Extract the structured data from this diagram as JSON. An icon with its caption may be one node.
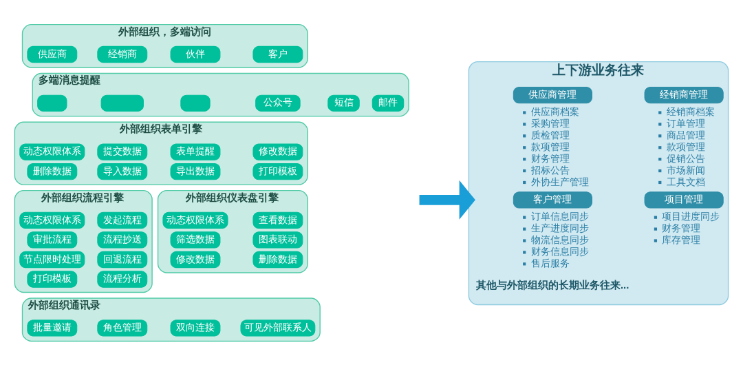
{
  "diagram": {
    "nodes": [
      {
        "text": [
          "外部组织，多端访问"
        ]
      },
      {
        "text": [
          "供应商"
        ],
        "in": 0
      },
      {
        "text": [
          "经销商"
        ],
        "in": 0
      },
      {
        "text": [
          "伙伴"
        ],
        "in": 0
      },
      {
        "text": [
          "客户"
        ],
        "in": 0
      },
      {
        "text": [
          "多端消息提醒"
        ]
      },
      {
        "text": [],
        "shape": "box",
        "in": 5
      },
      {
        "text": [],
        "shape": "box",
        "in": 5
      },
      {
        "text": [],
        "shape": "box",
        "in": 5
      },
      {
        "text": [
          "公众号"
        ],
        "in": 5
      },
      {
        "text": [
          "短信"
        ],
        "in": 5
      },
      {
        "text": [
          "邮件"
        ],
        "in": 5
      },
      {
        "text": [
          "外部组织表单引擎"
        ]
      },
      {
        "text": [
          "动态权限体系"
        ],
        "in": 12
      },
      {
        "text": [
          "提交数据"
        ],
        "in": 12
      },
      {
        "text": [
          "表单提醒"
        ],
        "in": 12
      },
      {
        "text": [
          "修改数据"
        ],
        "in": 12
      },
      {
        "text": [
          "删除数据"
        ],
        "in": 12
      },
      {
        "text": [
          "导入数据"
        ],
        "in": 12
      },
      {
        "text": [
          "导出数据"
        ],
        "in": 12
      },
      {
        "text": [
          "打印模板"
        ],
        "in": 12
      },
      {
        "text": [
          "外部组织流程引擎"
        ]
      },
      {
        "text": [
          "动态权限体系"
        ],
        "in": 21
      },
      {
        "text": [
          "发起流程"
        ],
        "in": 21
      },
      {
        "text": [
          "审批流程"
        ],
        "in": 21
      },
      {
        "text": [
          "流程抄送"
        ],
        "in": 21
      },
      {
        "text": [
          "节点限时处理"
        ],
        "in": 21
      },
      {
        "text": [
          "回退流程"
        ],
        "in": 21
      },
      {
        "text": [
          "打印模板"
        ],
        "in": 21
      },
      {
        "text": [
          "流程分析"
        ],
        "in": 21
      },
      {
        "text": [
          "外部组织仪表盘引擎"
        ]
      },
      {
        "text": [
          "动态权限体系"
        ],
        "in": 30
      },
      {
        "text": [
          "查看数据"
        ],
        "in": 30
      },
      {
        "text": [
          "筛选数据"
        ],
        "in": 30
      },
      {
        "text": [
          "图表联动"
        ],
        "in": 30
      },
      {
        "text": [
          "修改数据"
        ],
        "in": 30
      },
      {
        "text": [
          "删除数据"
        ],
        "in": 30
      },
      {
        "text": [
          "外部组织通讯录"
        ]
      },
      {
        "text": [
          "批量邀请"
        ],
        "in": 37
      },
      {
        "text": [
          "角色管理"
        ],
        "in": 37
      },
      {
        "text": [
          "双向连接"
        ],
        "in": 37
      },
      {
        "text": [
          "可见外部联系人"
        ],
        "in": 37
      },
      {
        "text": [
          "上下游业务往来",
          "其他与外部组织的长期业务往来..."
        ]
      },
      {
        "text": [
          "供应商管理"
        ],
        "in": 42,
        "beside": [
          "供应商档案",
          "采购管理",
          "质检管理",
          "款项管理",
          "财务管理",
          "招标公告",
          "外协生产管理"
        ]
      },
      {
        "text": [
          "经销商管理"
        ],
        "in": 42,
        "beside": [
          "经销商档案",
          "订单管理",
          "商品管理",
          "款项管理",
          "促销公告",
          "市场新闻",
          "工具文档"
        ]
      },
      {
        "text": [
          "客户管理"
        ],
        "in": 42,
        "beside": [
          "订单信息同步",
          "生产进度同步",
          "物流信息同步",
          "财务信息同步",
          "售后服务"
        ]
      },
      {
        "text": [
          "项目管理"
        ],
        "in": 42,
        "beside": [
          "项目进度同步",
          "财务管理",
          "库存管理"
        ]
      }
    ],
    "edges": [
      {
        "from": null,
        "to": 42,
        "arrow": "to"
      }
    ]
  }
}
